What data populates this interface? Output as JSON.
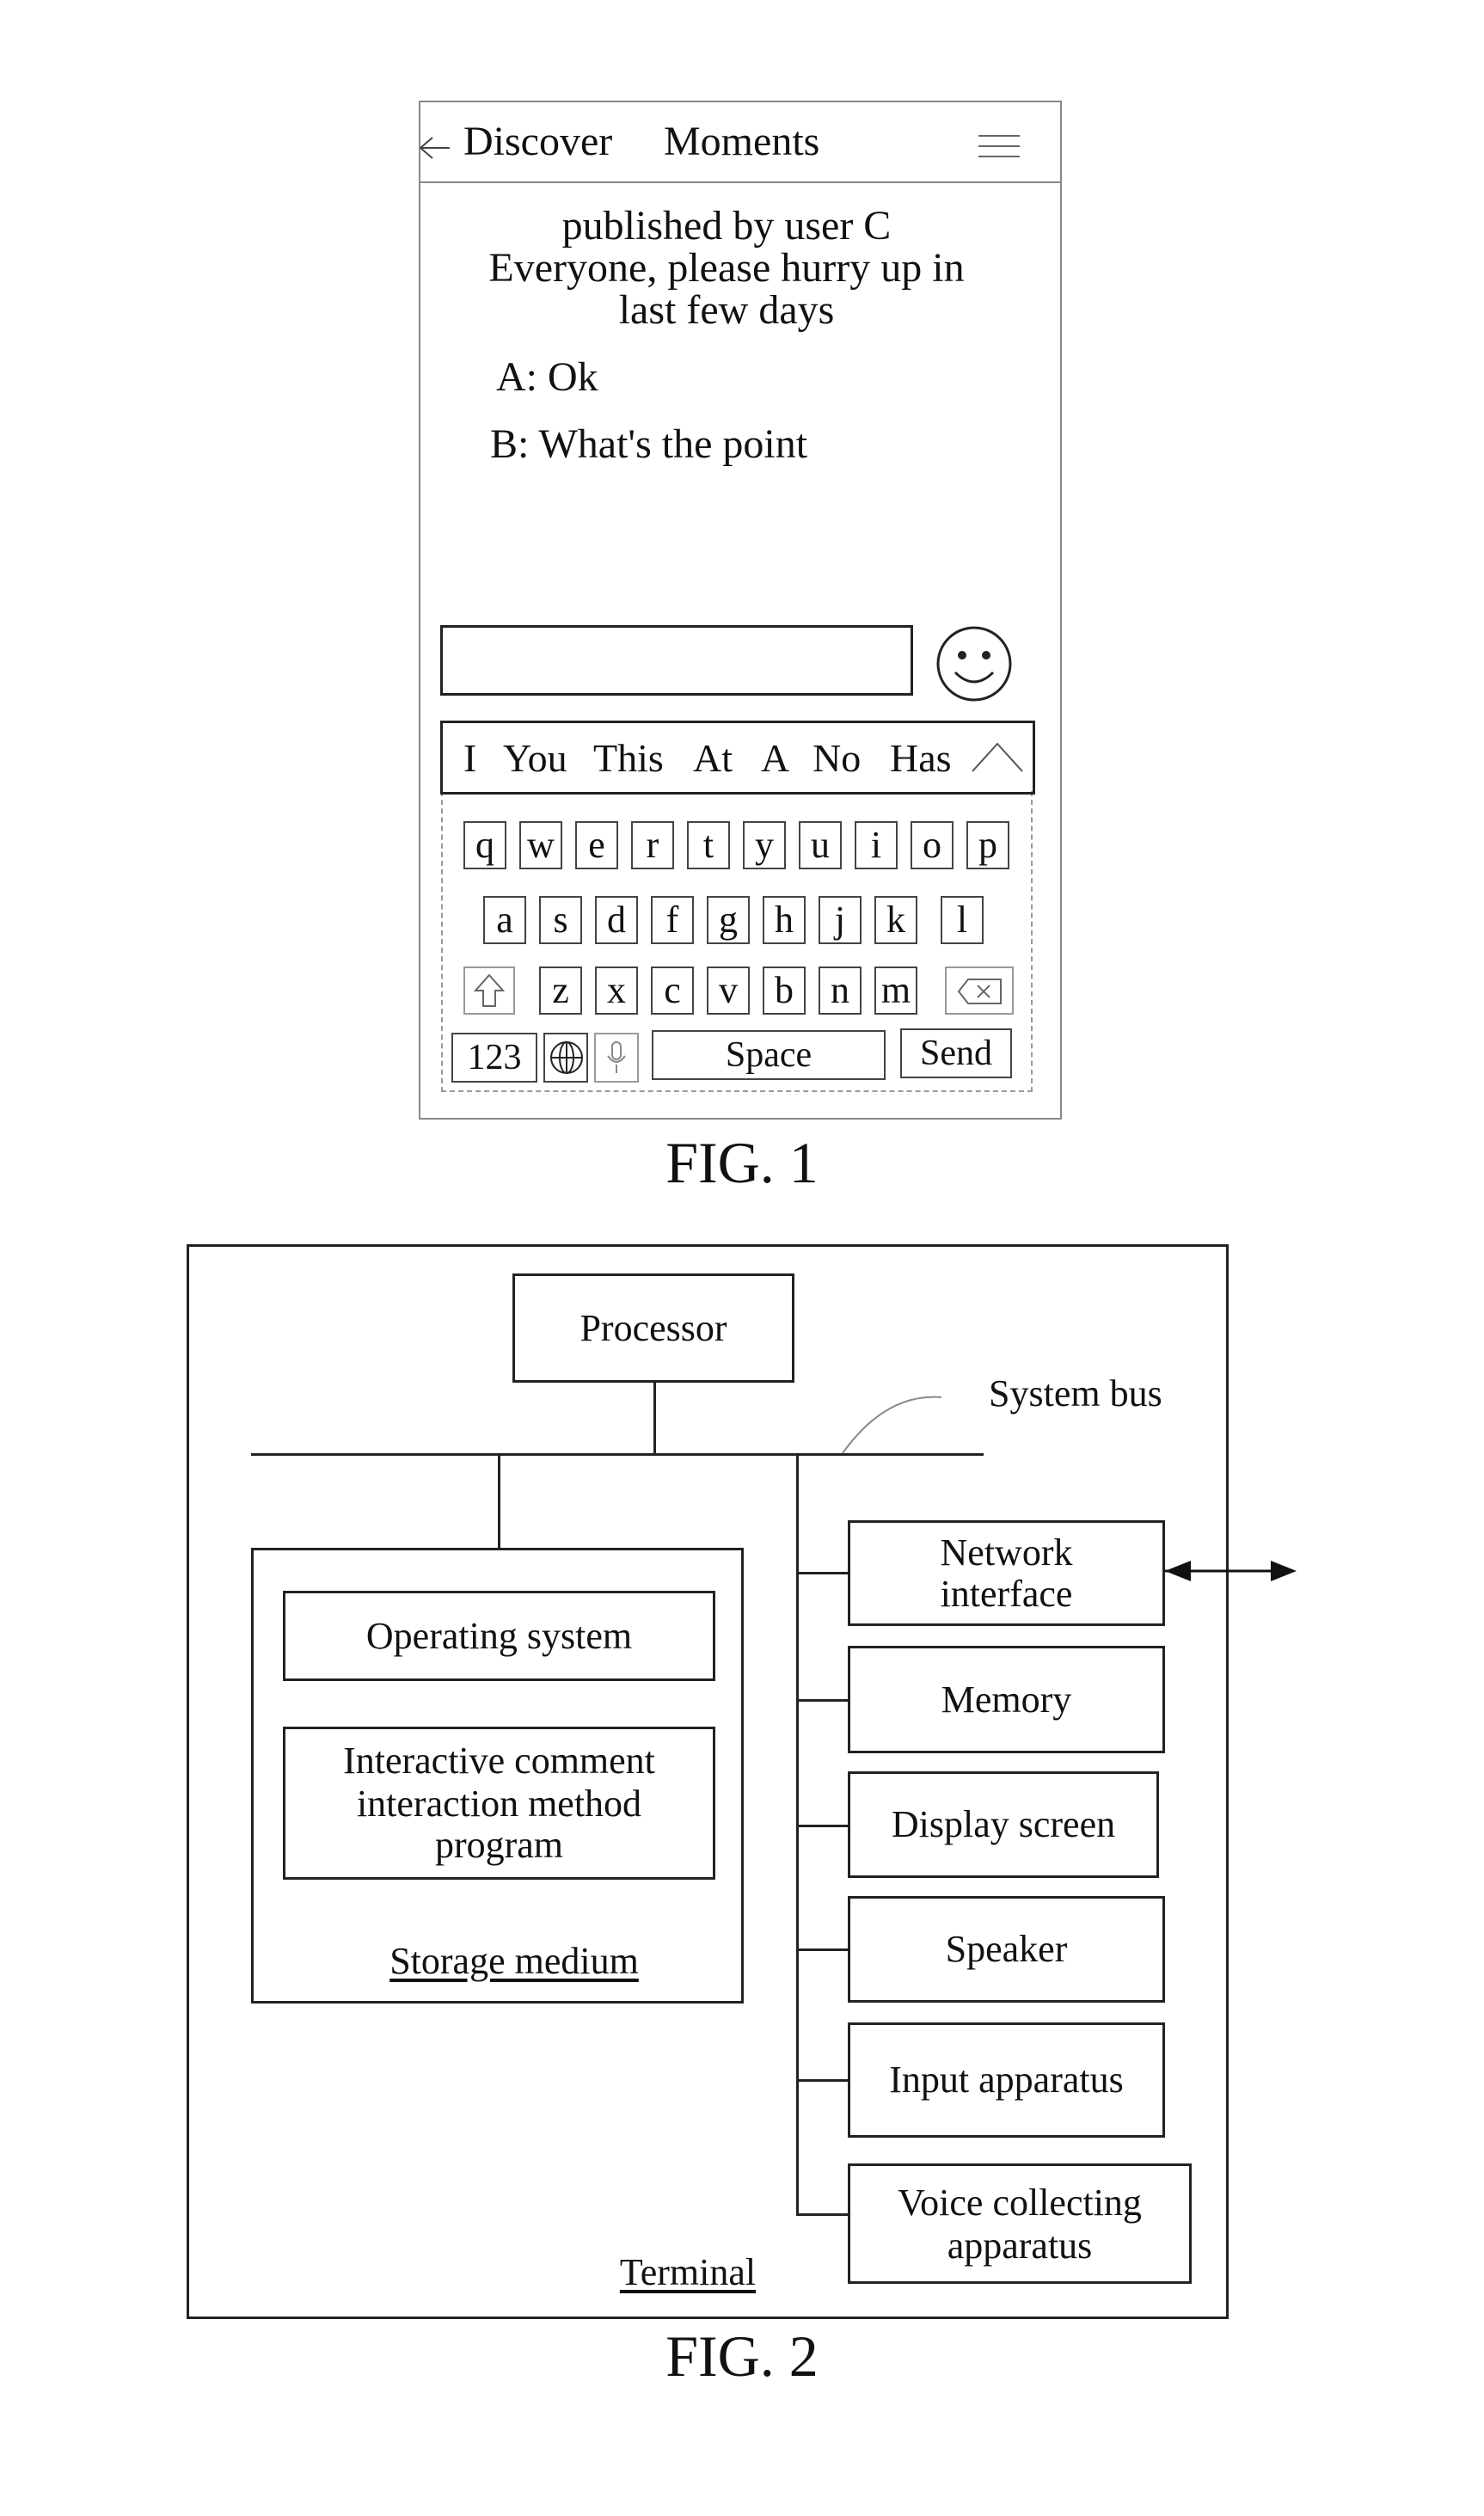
{
  "fig1": {
    "caption": "FIG. 1",
    "phone": {
      "nav": {
        "back_icon": "arrow-left-icon",
        "back_label": "Discover",
        "title": "Moments",
        "menu_icon": "hamburger-menu-icon"
      },
      "post": {
        "publisher": "published by user C",
        "text_line1": "Everyone, please hurry up in",
        "text_line2": "last few days"
      },
      "comments": [
        {
          "text": "A: Ok"
        },
        {
          "text": "B: What's the point"
        }
      ],
      "comment_input": {
        "value": "",
        "placeholder": ""
      },
      "emoji_icon": "smiley-face-icon",
      "suggestions": [
        "I",
        "You",
        "This",
        "At",
        "A",
        "No",
        "Has"
      ],
      "collapse_icon": "chevron-up-icon",
      "keyboard": {
        "row1": [
          "q",
          "w",
          "e",
          "r",
          "t",
          "y",
          "u",
          "i",
          "o",
          "p"
        ],
        "row2": [
          "a",
          "s",
          "d",
          "f",
          "g",
          "h",
          "j",
          "k",
          "l"
        ],
        "row3": [
          "z",
          "x",
          "c",
          "v",
          "b",
          "n",
          "m"
        ],
        "shift_icon": "shift-arrow-icon",
        "backspace_icon": "backspace-icon",
        "num_label": "123",
        "globe_icon": "globe-icon",
        "mic_icon": "microphone-icon",
        "space_label": "Space",
        "send_label": "Send"
      }
    }
  },
  "fig2": {
    "caption": "FIG. 2",
    "terminal_label": "Terminal",
    "processor": "Processor",
    "system_bus": "System bus",
    "storage": {
      "label": "Storage medium",
      "os": "Operating system",
      "program_line1": "Interactive comment",
      "program_line2": "interaction method",
      "program_line3": "program"
    },
    "components": {
      "network_line1": "Network",
      "network_line2": "interface",
      "memory": "Memory",
      "display": "Display screen",
      "speaker": "Speaker",
      "input": "Input apparatus",
      "voice_line1": "Voice collecting",
      "voice_line2": "apparatus"
    }
  }
}
